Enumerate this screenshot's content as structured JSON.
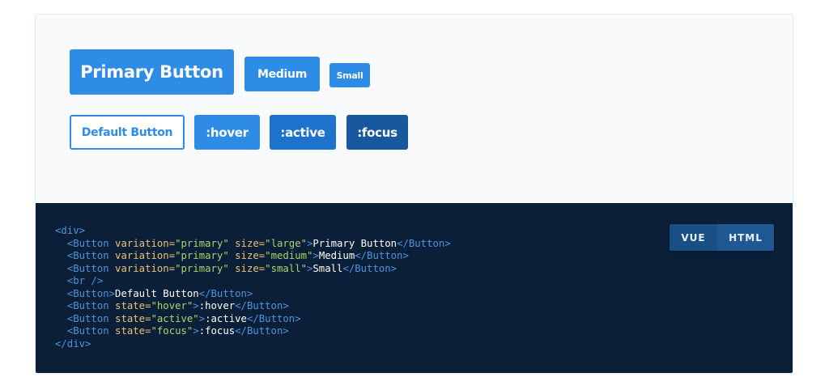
{
  "preview": {
    "row1": [
      {
        "label": "Primary Button",
        "variant": "primary",
        "size": "large"
      },
      {
        "label": "Medium",
        "variant": "primary",
        "size": "medium"
      },
      {
        "label": "Small",
        "variant": "primary",
        "size": "small"
      }
    ],
    "row2": [
      {
        "label": "Default Button",
        "variant": "default"
      },
      {
        "label": ":hover",
        "state": "hover"
      },
      {
        "label": ":active",
        "state": "active"
      },
      {
        "label": ":focus",
        "state": "focus"
      }
    ]
  },
  "colors": {
    "primary": "#2e8be6",
    "active": "#1c72cc",
    "focus": "#17589f",
    "code_bg": "#0b2038",
    "preview_bg": "#f8fafc"
  },
  "toggle": {
    "options": [
      "VUE",
      "HTML"
    ],
    "selected": "HTML"
  },
  "code": {
    "lines": [
      [
        [
          "tag",
          "<div>"
        ]
      ],
      [
        [
          "txt",
          "  "
        ],
        [
          "tag",
          "<Button "
        ],
        [
          "attr",
          "variation"
        ],
        [
          "eq",
          "="
        ],
        [
          "str",
          "\"primary\""
        ],
        [
          "txt",
          " "
        ],
        [
          "attr",
          "size"
        ],
        [
          "eq",
          "="
        ],
        [
          "str",
          "\"large\""
        ],
        [
          "tag",
          ">"
        ],
        [
          "txt",
          "Primary Button"
        ],
        [
          "tag",
          "</Button>"
        ]
      ],
      [
        [
          "txt",
          "  "
        ],
        [
          "tag",
          "<Button "
        ],
        [
          "attr",
          "variation"
        ],
        [
          "eq",
          "="
        ],
        [
          "str",
          "\"primary\""
        ],
        [
          "txt",
          " "
        ],
        [
          "attr",
          "size"
        ],
        [
          "eq",
          "="
        ],
        [
          "str",
          "\"medium\""
        ],
        [
          "tag",
          ">"
        ],
        [
          "txt",
          "Medium"
        ],
        [
          "tag",
          "</Button>"
        ]
      ],
      [
        [
          "txt",
          "  "
        ],
        [
          "tag",
          "<Button "
        ],
        [
          "attr",
          "variation"
        ],
        [
          "eq",
          "="
        ],
        [
          "str",
          "\"primary\""
        ],
        [
          "txt",
          " "
        ],
        [
          "attr",
          "size"
        ],
        [
          "eq",
          "="
        ],
        [
          "str",
          "\"small\""
        ],
        [
          "tag",
          ">"
        ],
        [
          "txt",
          "Small"
        ],
        [
          "tag",
          "</Button>"
        ]
      ],
      [
        [
          "txt",
          "  "
        ],
        [
          "tag",
          "<br />"
        ]
      ],
      [
        [
          "txt",
          "  "
        ],
        [
          "tag",
          "<Button>"
        ],
        [
          "txt",
          "Default Button"
        ],
        [
          "tag",
          "</Button>"
        ]
      ],
      [
        [
          "txt",
          "  "
        ],
        [
          "tag",
          "<Button "
        ],
        [
          "attr",
          "state"
        ],
        [
          "eq",
          "="
        ],
        [
          "str",
          "\"hover\""
        ],
        [
          "tag",
          ">"
        ],
        [
          "txt",
          ":hover"
        ],
        [
          "tag",
          "</Button>"
        ]
      ],
      [
        [
          "txt",
          "  "
        ],
        [
          "tag",
          "<Button "
        ],
        [
          "attr",
          "state"
        ],
        [
          "eq",
          "="
        ],
        [
          "str",
          "\"active\""
        ],
        [
          "tag",
          ">"
        ],
        [
          "txt",
          ":active"
        ],
        [
          "tag",
          "</Button>"
        ]
      ],
      [
        [
          "txt",
          "  "
        ],
        [
          "tag",
          "<Button "
        ],
        [
          "attr",
          "state"
        ],
        [
          "eq",
          "="
        ],
        [
          "str",
          "\"focus\""
        ],
        [
          "tag",
          ">"
        ],
        [
          "txt",
          ":focus"
        ],
        [
          "tag",
          "</Button>"
        ]
      ],
      [
        [
          "tag",
          "</div>"
        ]
      ]
    ]
  }
}
